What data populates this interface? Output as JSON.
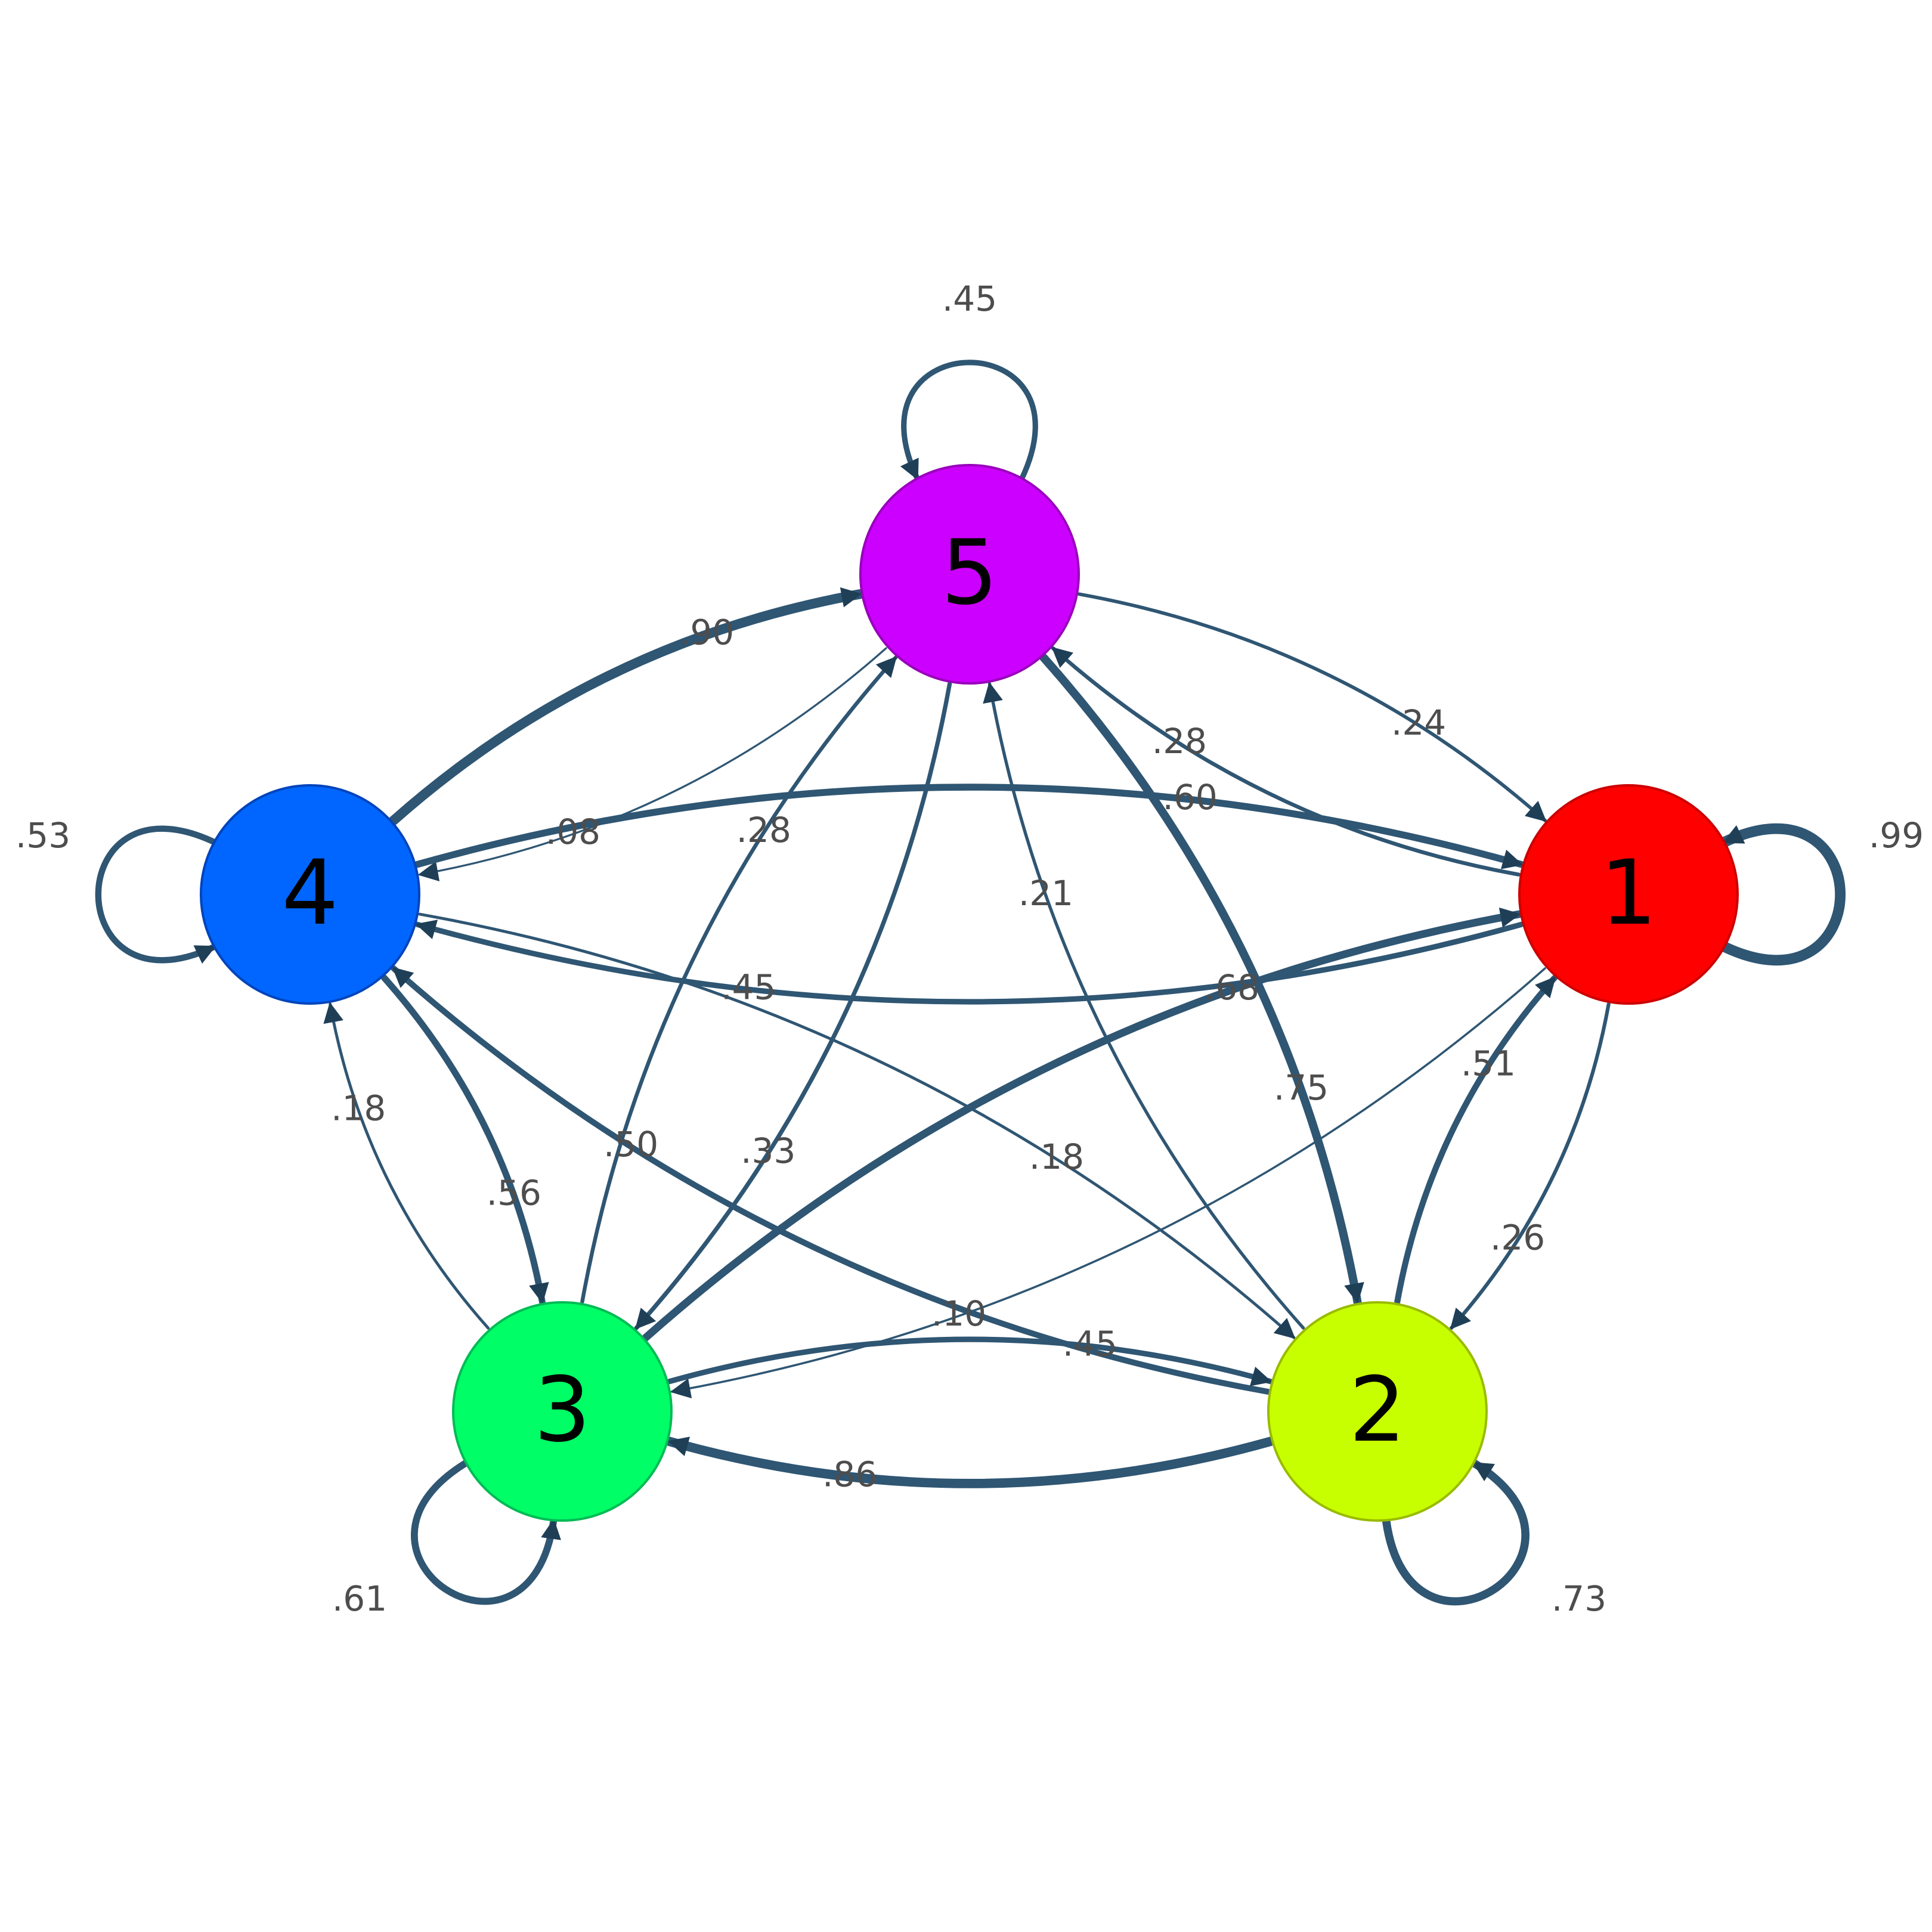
{
  "diagram": {
    "type": "directed-weighted-network",
    "edge_color": "#2f5673",
    "nodes": [
      {
        "id": "1",
        "label": "1",
        "color": "#ff0000",
        "border": "#cc0000"
      },
      {
        "id": "2",
        "label": "2",
        "color": "#c8ff00",
        "border": "#99bb00"
      },
      {
        "id": "3",
        "label": "3",
        "color": "#00ff66",
        "border": "#00bb55"
      },
      {
        "id": "4",
        "label": "4",
        "color": "#0066ff",
        "border": "#0044bb"
      },
      {
        "id": "5",
        "label": "5",
        "color": "#cc00ff",
        "border": "#9900bb"
      }
    ],
    "edges": [
      {
        "from": "1",
        "to": "1",
        "weight": 0.99,
        "label": ".99"
      },
      {
        "from": "2",
        "to": "2",
        "weight": 0.73,
        "label": ".73"
      },
      {
        "from": "3",
        "to": "3",
        "weight": 0.61,
        "label": ".61"
      },
      {
        "from": "4",
        "to": "4",
        "weight": 0.53,
        "label": ".53"
      },
      {
        "from": "5",
        "to": "5",
        "weight": 0.45,
        "label": ".45"
      },
      {
        "from": "4",
        "to": "5",
        "weight": 0.9,
        "label": ".90"
      },
      {
        "from": "5",
        "to": "4",
        "weight": 0.08,
        "label": ".08"
      },
      {
        "from": "1",
        "to": "5",
        "weight": 0.28,
        "label": ".28"
      },
      {
        "from": "5",
        "to": "1",
        "weight": 0.24,
        "label": ".24"
      },
      {
        "from": "1",
        "to": "4",
        "weight": 0.45,
        "label": ".45"
      },
      {
        "from": "4",
        "to": "1",
        "weight": 0.6,
        "label": ".60"
      },
      {
        "from": "3",
        "to": "5",
        "weight": 0.28,
        "label": ".28"
      },
      {
        "from": "5",
        "to": "3",
        "weight": 0.33,
        "label": ".33"
      },
      {
        "from": "2",
        "to": "5",
        "weight": 0.21,
        "label": ".21"
      },
      {
        "from": "5",
        "to": "2",
        "weight": 0.75,
        "label": ".75"
      },
      {
        "from": "3",
        "to": "1",
        "weight": 0.68,
        "label": ".68"
      },
      {
        "from": "1",
        "to": "3",
        "weight": 0.1,
        "label": ".10"
      },
      {
        "from": "2",
        "to": "4",
        "weight": 0.5,
        "label": ".50"
      },
      {
        "from": "4",
        "to": "2",
        "weight": 0.18,
        "label": ".18"
      },
      {
        "from": "2",
        "to": "1",
        "weight": 0.51,
        "label": ".51"
      },
      {
        "from": "1",
        "to": "2",
        "weight": 0.26,
        "label": ".26"
      },
      {
        "from": "3",
        "to": "4",
        "weight": 0.18,
        "label": ".18"
      },
      {
        "from": "4",
        "to": "3",
        "weight": 0.56,
        "label": ".56"
      },
      {
        "from": "3",
        "to": "2",
        "weight": 0.45,
        "label": ".45"
      },
      {
        "from": "2",
        "to": "3",
        "weight": 0.86,
        "label": ".86"
      }
    ]
  }
}
